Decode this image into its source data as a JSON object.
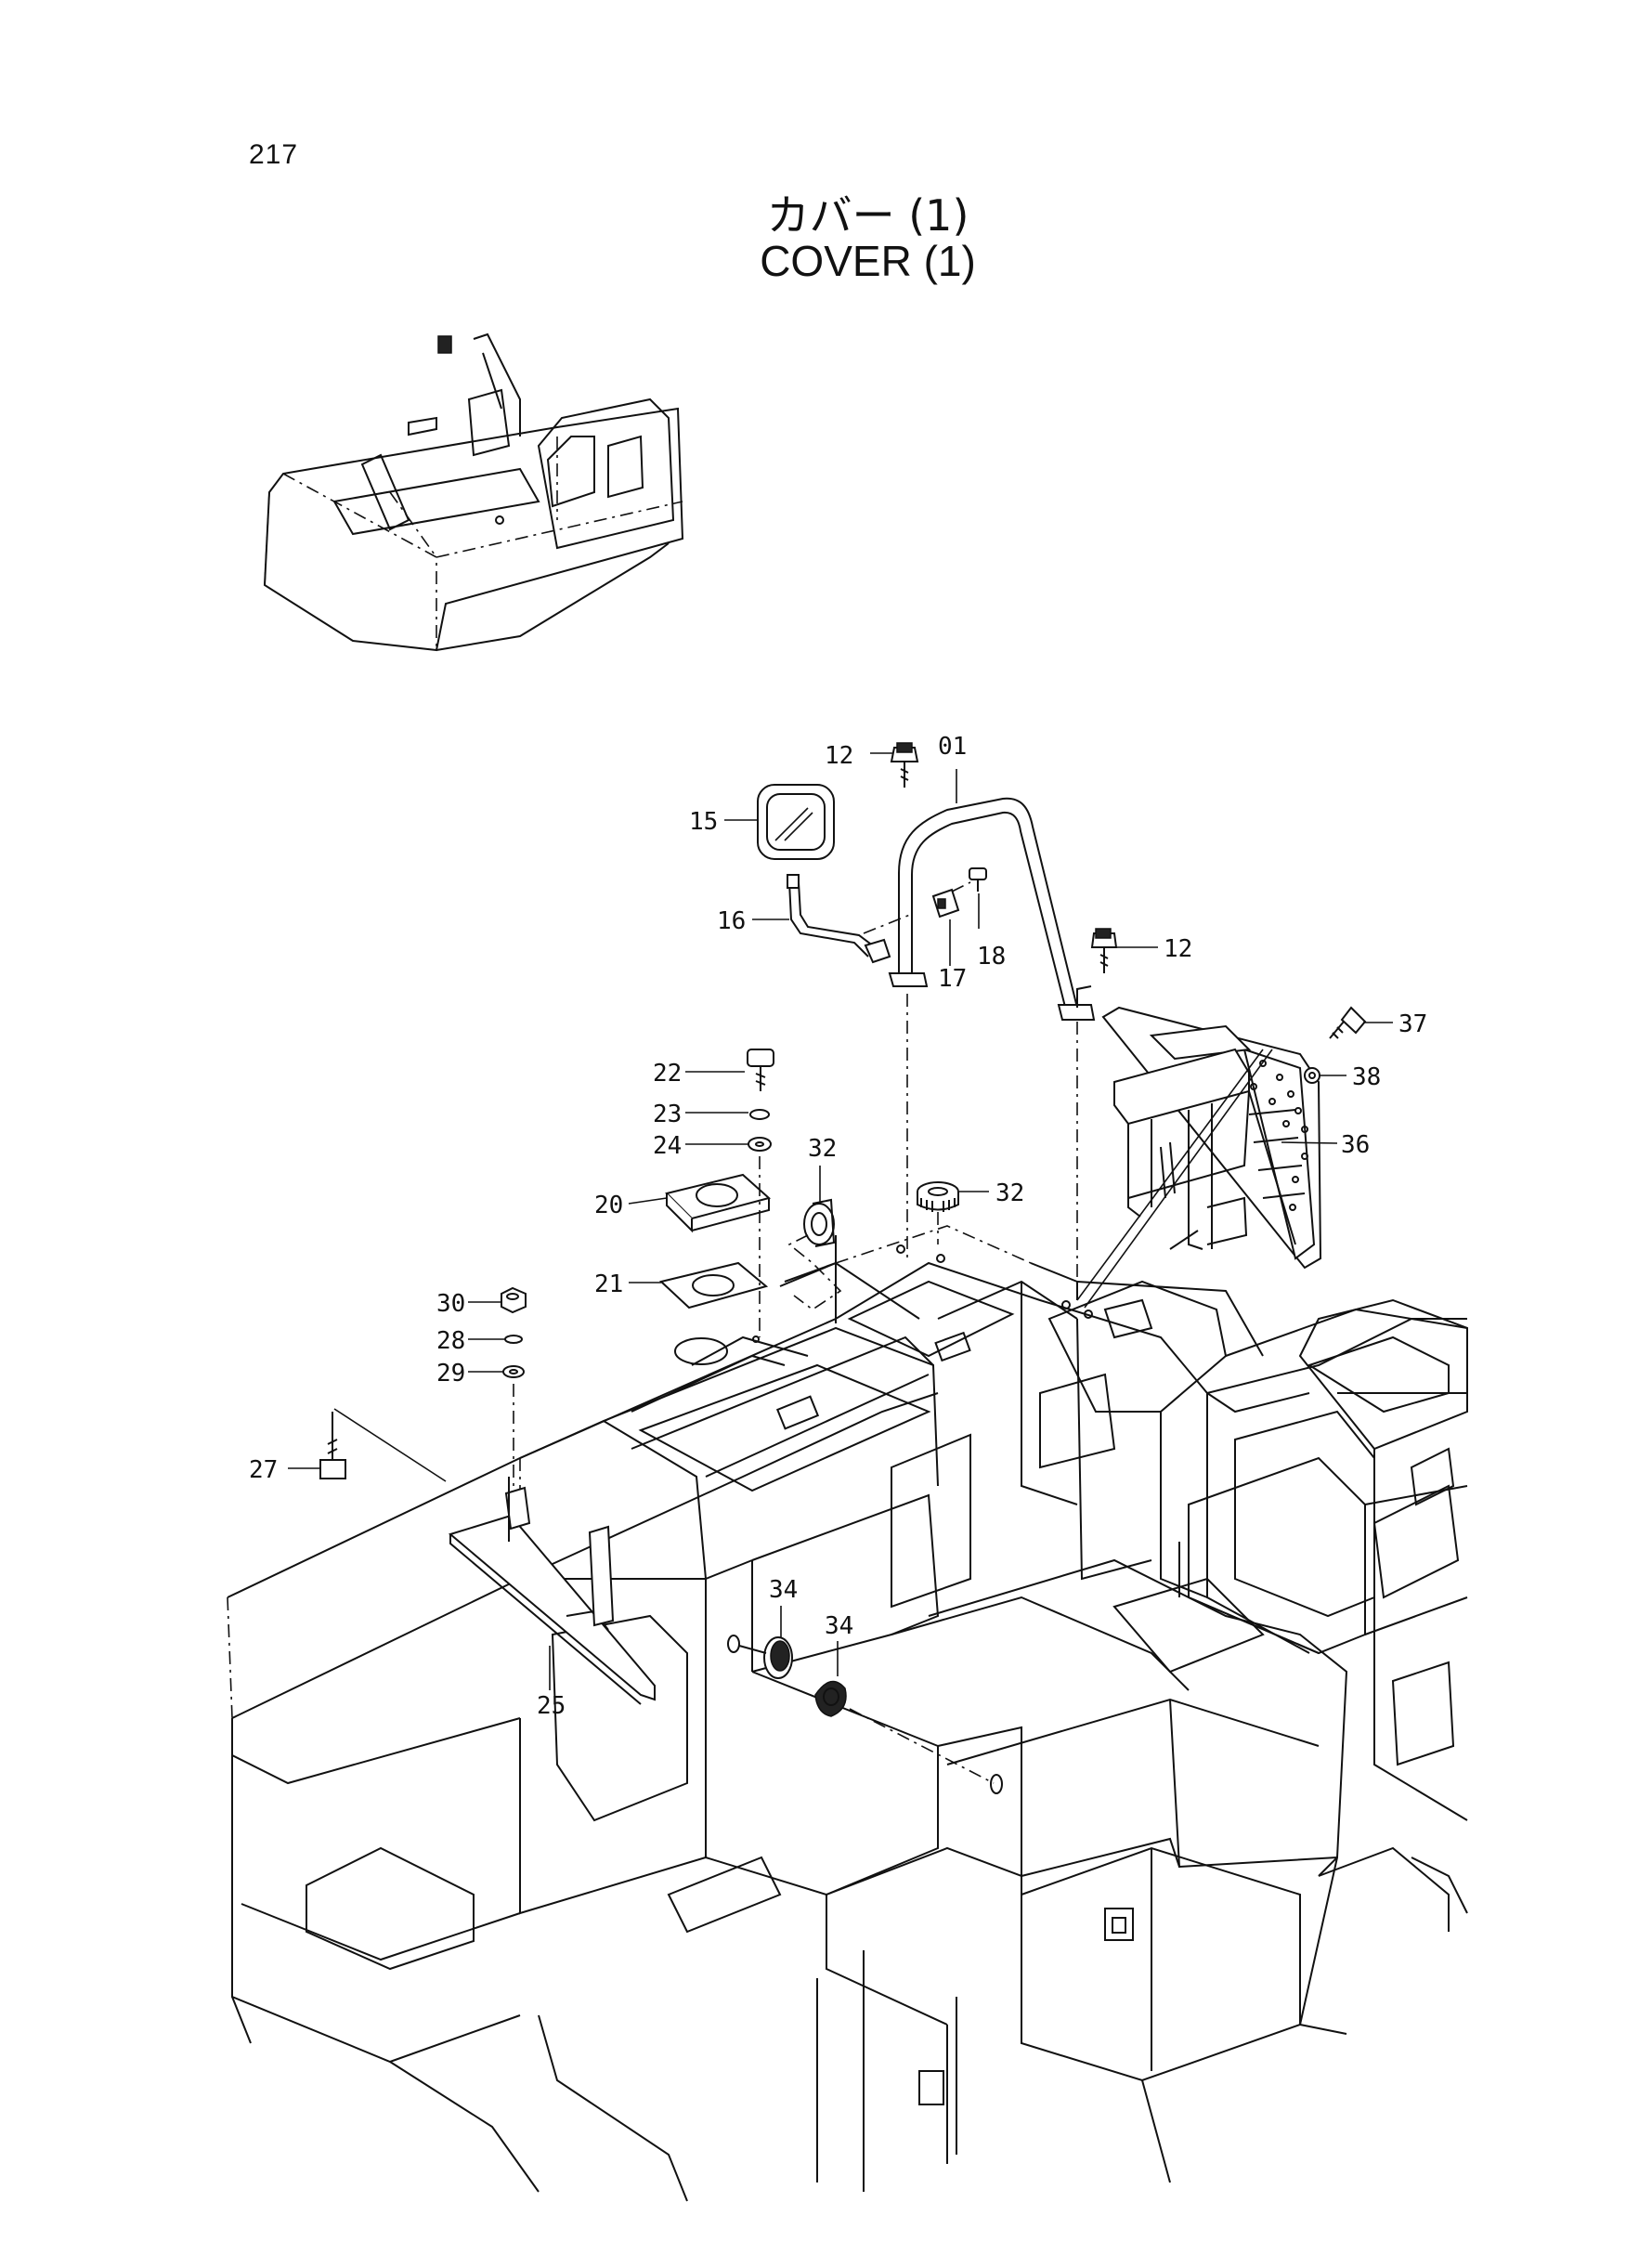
{
  "page_number": "217",
  "title_jp": "カバー (1)",
  "title_en": "COVER (1)",
  "callouts": {
    "c01": "01",
    "c12a": "12",
    "c12b": "12",
    "c15": "15",
    "c16": "16",
    "c17": "17",
    "c18": "18",
    "c20": "20",
    "c21": "21",
    "c22": "22",
    "c23": "23",
    "c24": "24",
    "c25": "25",
    "c27": "27",
    "c28": "28",
    "c29": "29",
    "c30": "30",
    "c32a": "32",
    "c32b": "32",
    "c34a": "34",
    "c34b": "34",
    "c36": "36",
    "c37": "37",
    "c38": "38"
  }
}
